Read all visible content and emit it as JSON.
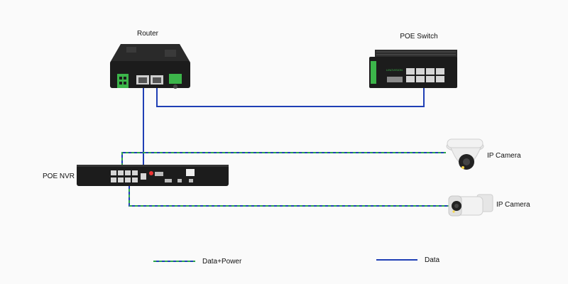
{
  "devices": {
    "router": {
      "label": "Router"
    },
    "poe_switch": {
      "label": "POE Switch",
      "brand": "LINOVISION"
    },
    "poe_nvr": {
      "label": "POE NVR"
    },
    "camera_dome": {
      "label": "IP Camera"
    },
    "camera_bullet": {
      "label": "IP Camera"
    }
  },
  "legend": {
    "data_power": "Data+Power",
    "data": "Data"
  },
  "colors": {
    "data_line": "#1f3fb5",
    "data_power_dash_green": "#2aa64a",
    "data_power_dash_blue": "#1f3fb5",
    "port_green": "#3cb54a",
    "device_body": "#1c1c1c"
  }
}
